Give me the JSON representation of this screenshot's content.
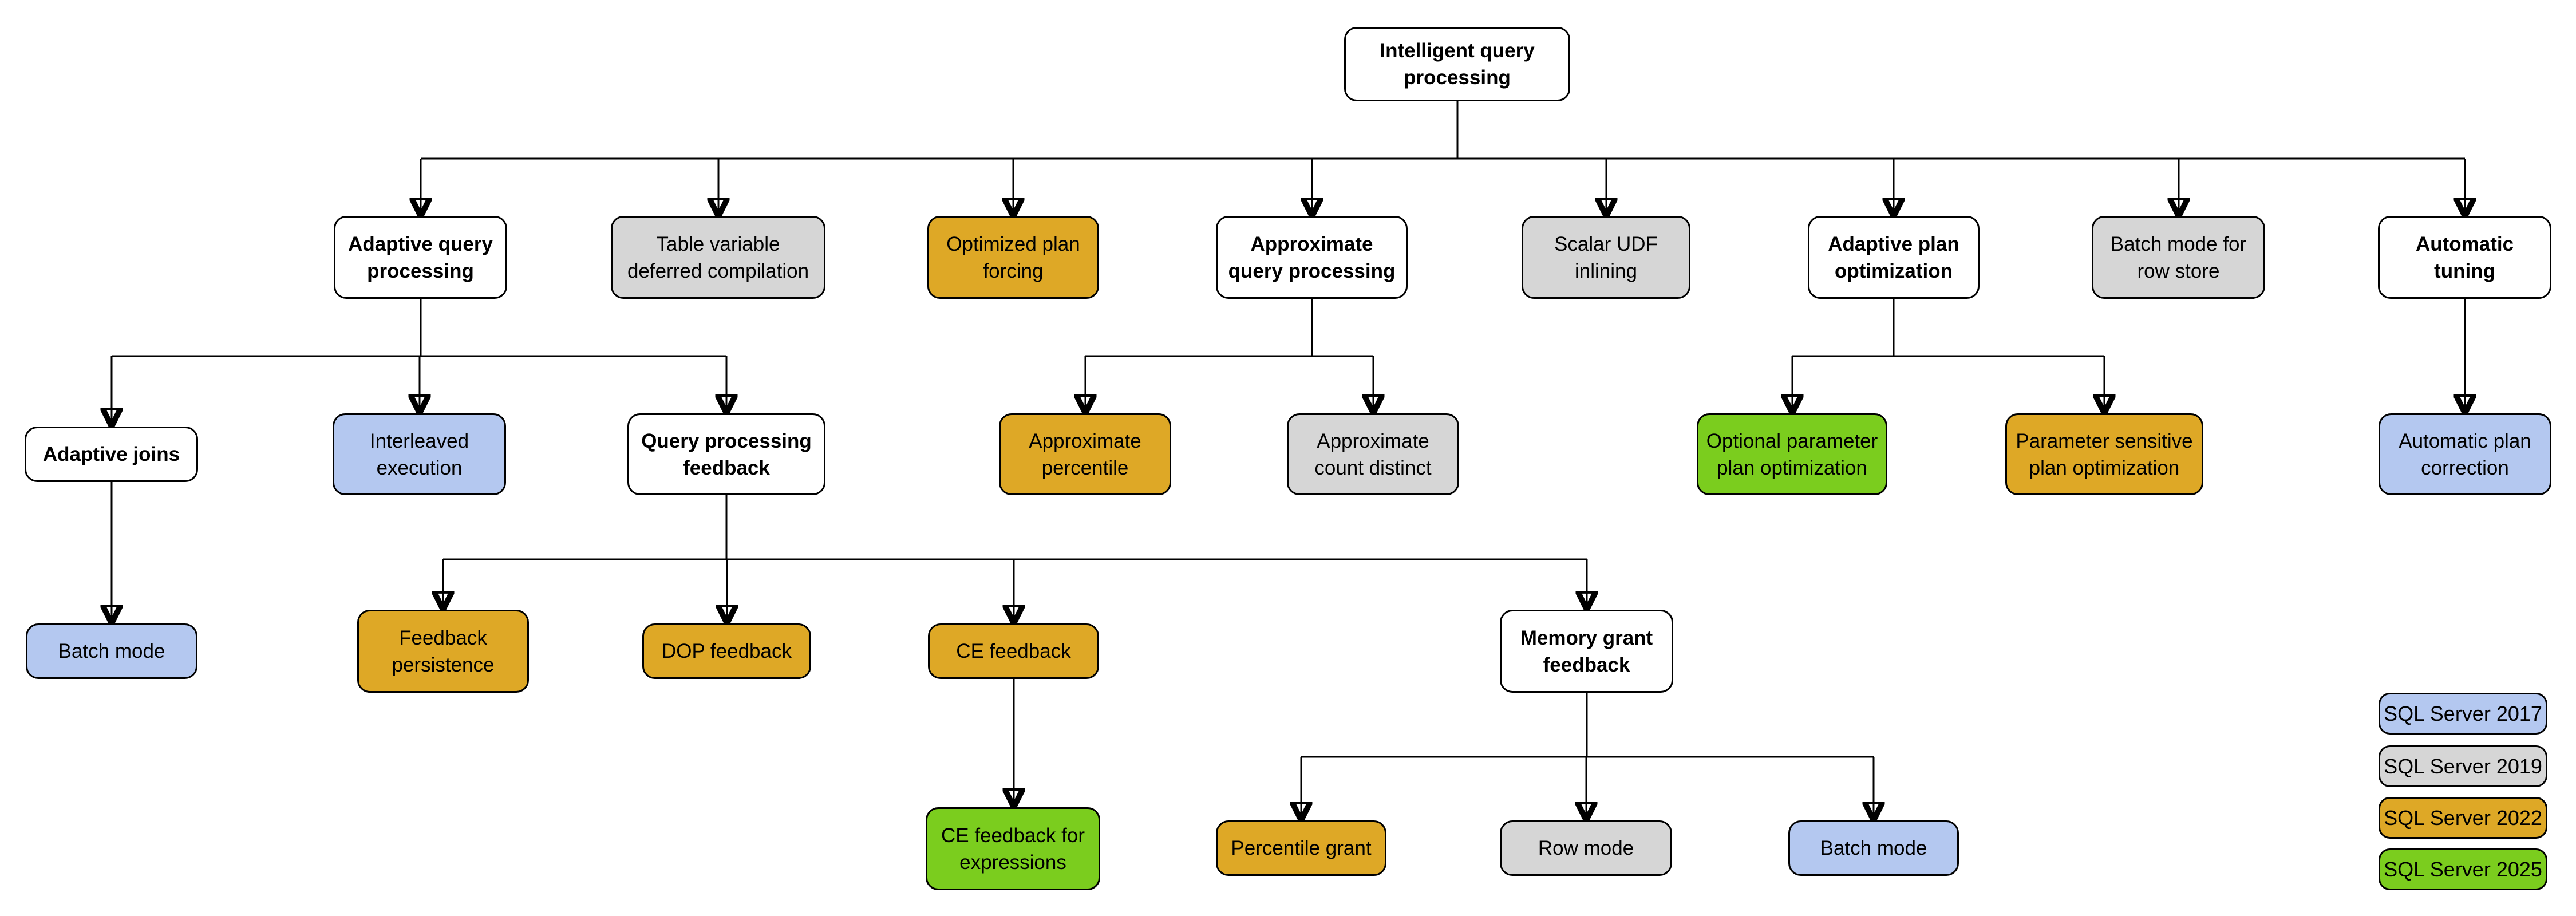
{
  "diagram_title": "Intelligent query processing",
  "colors": {
    "base": "#FFFFFF",
    "2017": "#B4C8F0",
    "2019": "#D6D6D6",
    "2022": "#DEA826",
    "2025": "#7BCD1E",
    "border": "#000000",
    "connector": "#000000"
  },
  "nodes": [
    {
      "id": "root",
      "label": "Intelligent query\nprocessing",
      "version": "base",
      "parent": null
    },
    {
      "id": "adaptive-query-processing",
      "label": "Adaptive query\nprocessing",
      "version": "base",
      "parent": "root"
    },
    {
      "id": "table-variable-deferred-compilation",
      "label": "Table variable\ndeferred compilation",
      "version": "2019",
      "parent": "root"
    },
    {
      "id": "optimized-plan-forcing",
      "label": "Optimized plan\nforcing",
      "version": "2022",
      "parent": "root"
    },
    {
      "id": "approximate-query-processing",
      "label": "Approximate\nquery processing",
      "version": "base",
      "parent": "root"
    },
    {
      "id": "scalar-udf-inlining",
      "label": "Scalar UDF\ninlining",
      "version": "2019",
      "parent": "root"
    },
    {
      "id": "adaptive-plan-optimization",
      "label": "Adaptive plan\noptimization",
      "version": "base",
      "parent": "root"
    },
    {
      "id": "batch-mode-for-row-store",
      "label": "Batch mode for\nrow store",
      "version": "2019",
      "parent": "root"
    },
    {
      "id": "automatic-tuning",
      "label": "Automatic\ntuning",
      "version": "base",
      "parent": "root"
    },
    {
      "id": "adaptive-joins",
      "label": "Adaptive joins",
      "version": "base",
      "parent": "adaptive-query-processing"
    },
    {
      "id": "interleaved-execution",
      "label": "Interleaved\nexecution",
      "version": "2017",
      "parent": "adaptive-query-processing"
    },
    {
      "id": "query-processing-feedback",
      "label": "Query processing\nfeedback",
      "version": "base",
      "parent": "adaptive-query-processing"
    },
    {
      "id": "approximate-percentile",
      "label": "Approximate\npercentile",
      "version": "2022",
      "parent": "approximate-query-processing"
    },
    {
      "id": "approximate-count-distinct",
      "label": "Approximate\ncount distinct",
      "version": "2019",
      "parent": "approximate-query-processing"
    },
    {
      "id": "optional-parameter-plan-optimization",
      "label": "Optional parameter\nplan optimization",
      "version": "2025",
      "parent": "adaptive-plan-optimization"
    },
    {
      "id": "parameter-sensitive-plan-optimization",
      "label": "Parameter sensitive\nplan optimization",
      "version": "2022",
      "parent": "adaptive-plan-optimization"
    },
    {
      "id": "automatic-plan-correction",
      "label": "Automatic plan\ncorrection",
      "version": "2017",
      "parent": "automatic-tuning"
    },
    {
      "id": "batch-mode-adaptive-joins",
      "label": "Batch mode",
      "version": "2017",
      "parent": "adaptive-joins"
    },
    {
      "id": "feedback-persistence",
      "label": "Feedback\npersistence",
      "version": "2022",
      "parent": "query-processing-feedback"
    },
    {
      "id": "dop-feedback",
      "label": "DOP feedback",
      "version": "2022",
      "parent": "query-processing-feedback"
    },
    {
      "id": "ce-feedback",
      "label": "CE feedback",
      "version": "2022",
      "parent": "query-processing-feedback"
    },
    {
      "id": "memory-grant-feedback",
      "label": "Memory grant\nfeedback",
      "version": "base",
      "parent": "query-processing-feedback"
    },
    {
      "id": "ce-feedback-for-expressions",
      "label": "CE feedback for\nexpressions",
      "version": "2025",
      "parent": "ce-feedback"
    },
    {
      "id": "percentile-grant",
      "label": "Percentile grant",
      "version": "2022",
      "parent": "memory-grant-feedback"
    },
    {
      "id": "row-mode",
      "label": "Row mode",
      "version": "2019",
      "parent": "memory-grant-feedback"
    },
    {
      "id": "batch-mode-memory-grant",
      "label": "Batch mode",
      "version": "2017",
      "parent": "memory-grant-feedback"
    }
  ],
  "legend": [
    {
      "label": "SQL Server 2017",
      "version": "2017"
    },
    {
      "label": "SQL Server 2019",
      "version": "2019"
    },
    {
      "label": "SQL Server 2022",
      "version": "2022"
    },
    {
      "label": "SQL Server 2025",
      "version": "2025"
    }
  ]
}
